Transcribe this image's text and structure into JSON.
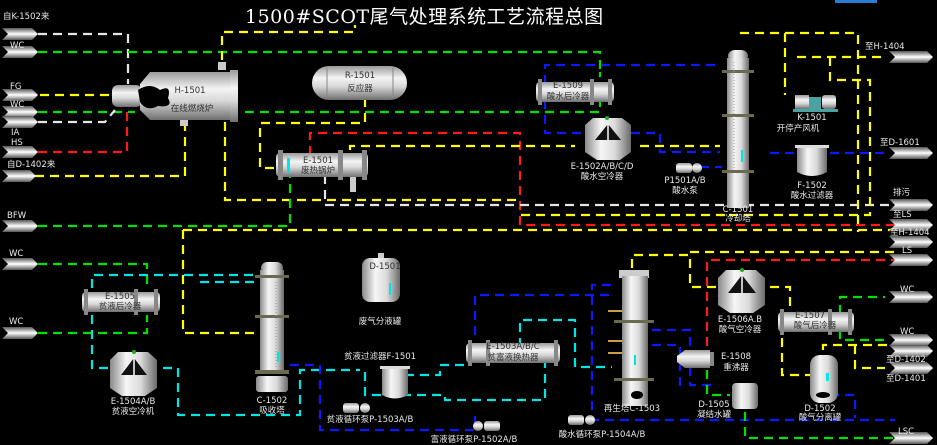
{
  "title": "1500#SCOT尾气处理系统工艺流程总图",
  "colors": {
    "background": "#000000",
    "process_gas": "#ffff00",
    "cooling_water": "#00e000",
    "air_white": "#e6e6e6",
    "steam": "#ff1a1a",
    "acid_water": "#0a1aff",
    "amine": "#00e6e6",
    "accent_bar": "#2b7cd6"
  },
  "inlets_left": [
    {
      "id": "in-k1502",
      "label": "自K-1502来"
    },
    {
      "id": "in-wc-1",
      "label": "WC"
    },
    {
      "id": "in-fg",
      "label": "FG"
    },
    {
      "id": "in-wc-2",
      "label": "WC"
    },
    {
      "id": "in-ia",
      "label": "IA"
    },
    {
      "id": "in-hs",
      "label": "HS"
    },
    {
      "id": "in-d1402",
      "label": "自D-1402来"
    },
    {
      "id": "in-bfw",
      "label": "BFW"
    },
    {
      "id": "in-wc-3",
      "label": "WC"
    },
    {
      "id": "in-wc-4",
      "label": "WC"
    }
  ],
  "outlets_right": [
    {
      "id": "out-h1404-a",
      "label": "至H-1404"
    },
    {
      "id": "out-d1601",
      "label": "至D-1601"
    },
    {
      "id": "out-drain",
      "label": "排污"
    },
    {
      "id": "out-ls-a",
      "label": "至LS"
    },
    {
      "id": "out-h1404-b",
      "label": "至H-1404"
    },
    {
      "id": "out-ls-b",
      "label": "LS"
    },
    {
      "id": "out-wc-a",
      "label": "WC"
    },
    {
      "id": "out-wc-b",
      "label": "WC"
    },
    {
      "id": "out-d1402",
      "label": "至D-1402"
    },
    {
      "id": "out-d1401",
      "label": "至D-1401"
    },
    {
      "id": "out-lsc",
      "label": "LSC"
    }
  ],
  "equipment": {
    "h1501": {
      "tag": "H-1501",
      "name": "在线燃烧炉"
    },
    "r1501": {
      "tag": "R-1501",
      "name": "反应器"
    },
    "e1501": {
      "tag": "E-1501",
      "name": "废热锅炉"
    },
    "e1509": {
      "tag": "E-1509",
      "name": "酸水后冷器"
    },
    "e1502": {
      "tag": "E-1502A/B/C/D",
      "name": "酸水空冷器"
    },
    "p1501": {
      "tag": "P1501A/B",
      "name": "酸水泵"
    },
    "c1501": {
      "tag": "C-1501",
      "name": "冷却塔"
    },
    "k1501": {
      "tag": "K-1501",
      "name": "开停产风机"
    },
    "f1502": {
      "tag": "F-1502",
      "name": "酸水过滤器"
    },
    "e1505": {
      "tag": "E-1505",
      "name": "贫液后冷器"
    },
    "e1504": {
      "tag": "E-1504A/B",
      "name": "贫液空冷机"
    },
    "c1502": {
      "tag": "C-1502",
      "name": "吸收塔"
    },
    "d1501": {
      "tag": "D-1501",
      "name": "废气分液罐"
    },
    "f1501": {
      "label": "贫液过滤器F-1501"
    },
    "p1503": {
      "label": "贫液循环泵P-1503A/B"
    },
    "p1502": {
      "label": "富液循环泵P-1502A/B"
    },
    "e1503": {
      "tag": "E-1503A/B/C",
      "name": "贫富液换热器"
    },
    "c1503": {
      "label": "再生塔C-1503"
    },
    "p1504": {
      "label": "酸水循环泵P-1504A/B"
    },
    "e1506": {
      "tag": "E-1506A.B",
      "name": "酸气空冷器"
    },
    "e1508": {
      "tag": "E-1508",
      "name": "重沸器"
    },
    "d1505": {
      "tag": "D-1505",
      "name": "凝结水罐"
    },
    "e1507": {
      "tag": "E-1507",
      "name": "酸气后冷器"
    },
    "d1502": {
      "tag": "D-1502",
      "name": "酸气分离罐"
    }
  }
}
